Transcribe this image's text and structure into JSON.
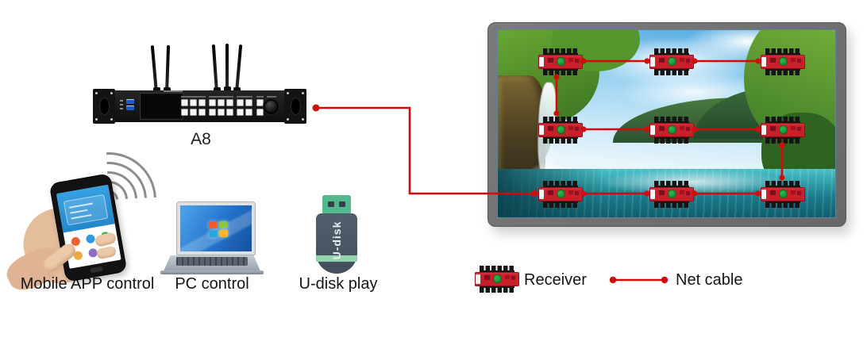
{
  "controller": {
    "label": "A8"
  },
  "methods": {
    "mobile": {
      "label": "Mobile APP control"
    },
    "pc": {
      "label": "PC control"
    },
    "udisk": {
      "label": "U-disk play",
      "device_text": "U-disk"
    }
  },
  "legend": {
    "receiver": {
      "label": "Receiver"
    },
    "net_cable": {
      "label": "Net cable"
    }
  },
  "display_wall": {
    "receiver_rows": 3,
    "receiver_cols": 3
  },
  "icons": [
    "antenna-icon",
    "wifi-signal-icon",
    "smartphone-icon",
    "laptop-icon",
    "windows-logo-icon",
    "usb-drive-icon",
    "receiver-card-icon",
    "net-cable-icon"
  ],
  "colors": {
    "cable": "#d40b0b",
    "receiver_pcb": "#c81f2b",
    "receiver_chip": "#148031",
    "udisk_body": "#434f5c",
    "udisk_connector": "#53b88c",
    "phone_app_header": "#2e97dd",
    "monitor_bezel": "#6f6f6f"
  }
}
